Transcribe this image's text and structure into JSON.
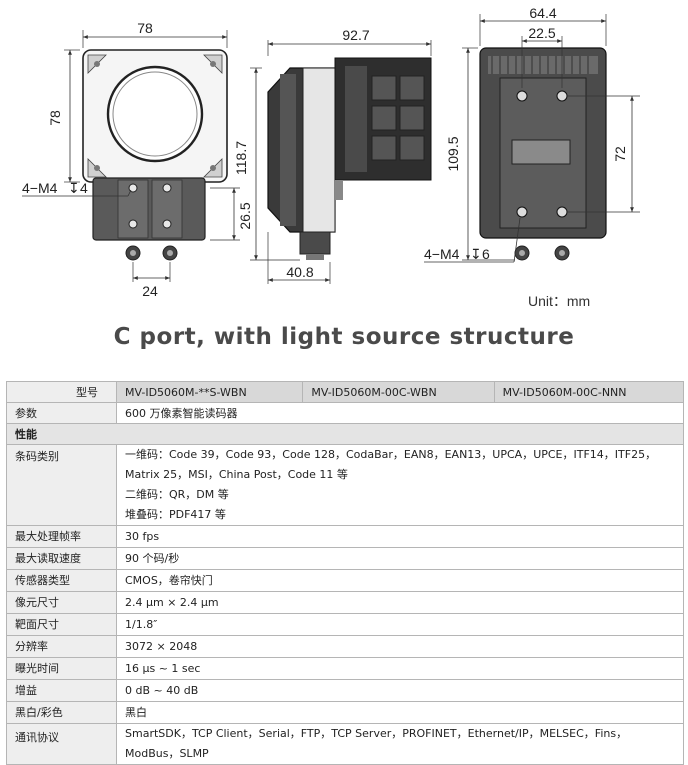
{
  "drawings": {
    "front": {
      "width": "78",
      "height": "78",
      "thread": "4−M4",
      "thread_depth": "4",
      "mount_height": "26.5",
      "conn_spacing": "24"
    },
    "side": {
      "depth": "92.7",
      "height": "118.7",
      "foot": "40.8"
    },
    "back": {
      "width": "64.4",
      "hole_span": "22.5",
      "total_height": "109.5",
      "hole_height": "72",
      "thread": "4−M4",
      "thread_depth": "6"
    },
    "unit": "Unit：mm"
  },
  "subtitle": "C port, with light source structure",
  "table": {
    "model_label": "型号",
    "models": [
      "MV-ID5060M-**S-WBN",
      "MV-ID5060M-00C-WBN",
      "MV-ID5060M-00C-NNN"
    ],
    "param_label": "参数",
    "param_value": "600 万像素智能读码器",
    "section": "性能",
    "barcode_label": "条码类别",
    "barcode_lines": [
      "一维码：Code 39，Code 93，Code 128，CodaBar，EAN8，EAN13，UPCA，UPCE，ITF14，ITF25，",
      "Matrix 25，MSI，China Post，Code 11 等",
      "二维码：QR，DM 等",
      "堆叠码：PDF417 等"
    ],
    "rows": [
      {
        "label": "最大处理帧率",
        "value": "30 fps"
      },
      {
        "label": "最大读取速度",
        "value": "90 个码/秒"
      },
      {
        "label": "传感器类型",
        "value": "CMOS，卷帘快门"
      },
      {
        "label": "像元尺寸",
        "value": "2.4 μm × 2.4 μm"
      },
      {
        "label": "靶面尺寸",
        "value": "1/1.8″"
      },
      {
        "label": "分辨率",
        "value": "3072 × 2048"
      },
      {
        "label": "曝光时间",
        "value": "16 μs ~ 1 sec"
      },
      {
        "label": "增益",
        "value": "0 dB ~ 40 dB"
      },
      {
        "label": "黑白/彩色",
        "value": "黑白"
      }
    ],
    "protocol_label": "通讯协议",
    "protocol_lines": [
      "SmartSDK，TCP Client，Serial，FTP，TCP Server，PROFINET，Ethernet/IP，MELSEC，Fins，",
      "ModBus，SLMP"
    ]
  }
}
